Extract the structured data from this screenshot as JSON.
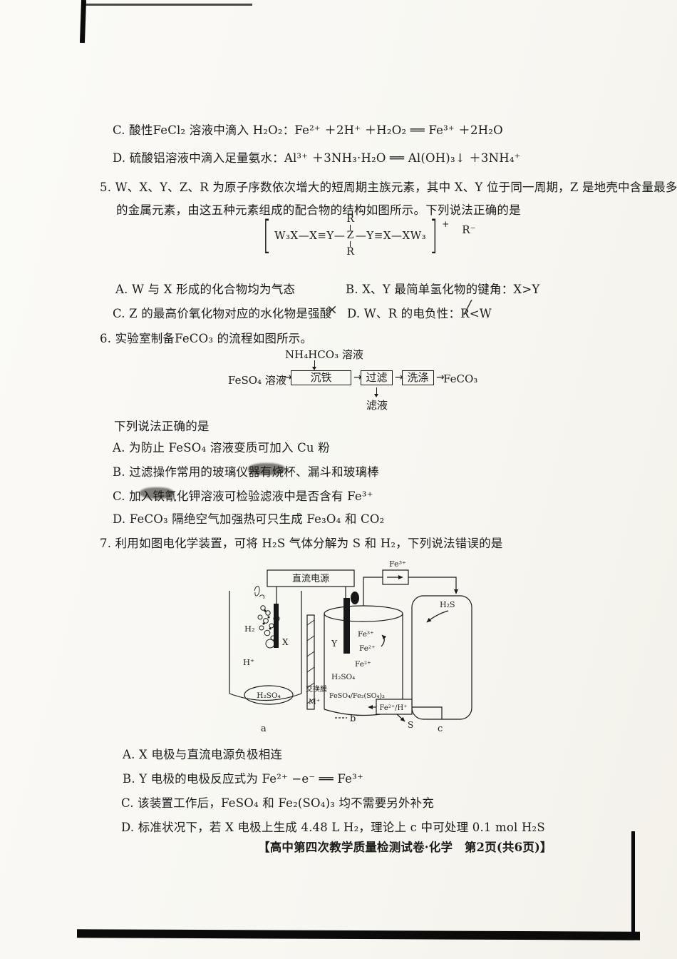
{
  "q4": {
    "option_c": "C. 酸性FeCl₂ 溶液中滴入 H₂O₂：Fe²⁺ ＋2H⁺ ＋H₂O₂ ══ Fe³⁺ ＋2H₂O",
    "option_d": "D. 硫酸铝溶液中滴入足量氨水：Al³⁺ ＋3NH₃·H₂O ══ Al(OH)₃↓ ＋3NH₄⁺"
  },
  "q5": {
    "stem_line1": "5. W、X、Y、Z、R 为原子序数依次增大的短周期主族元素，其中 X、Y 位于同一周期，Z 是地壳中含量最多",
    "stem_line2": "的金属元素，由这五种元素组成的配合物的结构如图所示。下列说法正确的是",
    "structure": {
      "bracket_left": "[",
      "chain_left": "W₃X—X≡Y—",
      "ligand_top": "R",
      "center_atom": "Z",
      "ligand_bottom": "R",
      "chain_right": "—Y≡X—XW₃",
      "bracket_right": "]",
      "charge": "+",
      "counter_ion": "R⁻"
    },
    "option_a": "A. W 与 X 形成的化合物均为气态",
    "option_b": "B. X、Y 最简单氢化物的键角：X>Y",
    "option_c": "C. Z 的最高价氧化物对应的水化物是强酸",
    "option_c_mark": "×",
    "option_d": "D. W、R 的电负性：R<W",
    "option_d_mark": "╱"
  },
  "q6": {
    "stem": "6. 实验室制备FeCO₃ 的流程如图所示。",
    "flow": {
      "top_reagent": "NH₄HCO₃ 溶液",
      "input": "FeSO₄ 溶液",
      "step1": "沉铁",
      "step2": "过滤",
      "step3": "洗涤",
      "output": "FeCO₃",
      "byproduct": "滤液",
      "arrow": "→"
    },
    "prompt": "下列说法正确的是",
    "option_a": "A. 为防止 FeSO₄ 溶液变质可加入 Cu 粉",
    "option_b": "B. 过滤操作常用的玻璃仪器有烧杯、漏斗和玻璃棒",
    "option_c": "C. 加入铁氰化钾溶液可检验滤液中是否含有 Fe³⁺",
    "option_d": "D. FeCO₃ 隔绝空气加强热可只生成 Fe₃O₄ 和 CO₂"
  },
  "q7": {
    "stem": "7. 利用如图电化学装置，可将 H₂S 气体分解为 S 和 H₂，下列说法错误的是",
    "diagram": {
      "power_supply": "直流电源",
      "electrode_x": "X",
      "electrode_y": "Y",
      "h2": "H₂",
      "h_plus": "H⁺",
      "membrane": "交换膜",
      "m_plus": "M⁺",
      "acid_left": "H₂SO₄",
      "acid_mid": "H₂SO₄",
      "fe3_pipe": "Fe³⁺",
      "fe3_cycle": "Fe³⁺",
      "fe2_cycle": "Fe²⁺",
      "fe2_lower": "Fe²⁺",
      "electrolyte_mid": "FeSO₄/Fe₂(SO₄)₃",
      "return_box": "Fe²⁺/H⁺",
      "sulfur": "S",
      "h2s": "H₂S",
      "cell_a": "a",
      "cell_b": "b",
      "cell_c": "c"
    },
    "option_a": "A. X 电极与直流电源负极相连",
    "option_b": "B. Y 电极的电极反应式为 Fe²⁺ −e⁻ ══ Fe³⁺",
    "option_c": "C. 该装置工作后，FeSO₄ 和 Fe₂(SO₄)₃ 均不需要另外补充",
    "option_d": "D. 标准状况下，若 X 电极上生成 4.48 L H₂，理论上 c 中可处理 0.1 mol H₂S"
  },
  "footer": {
    "text": "【高中第四次教学质量检测试卷·化学　第2页(共6页)】"
  }
}
